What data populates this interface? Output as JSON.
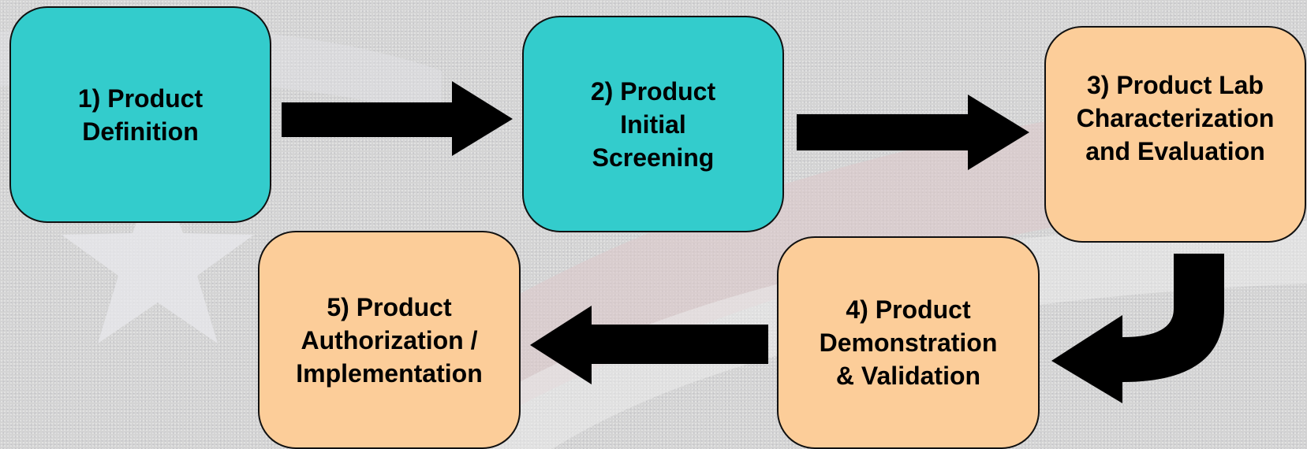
{
  "diagram": {
    "steps": [
      {
        "id": 1,
        "label": "1) Product\nDefinition",
        "color": "#33cccc"
      },
      {
        "id": 2,
        "label": "2) Product\nInitial\nScreening",
        "color": "#33cccc"
      },
      {
        "id": 3,
        "label": "3) Product Lab\nCharacterization\nand Evaluation",
        "color": "#fccd99"
      },
      {
        "id": 4,
        "label": "4) Product\nDemonstration\n& Validation",
        "color": "#fccd99"
      },
      {
        "id": 5,
        "label": "5) Product\nAuthorization /\nImplementation",
        "color": "#fccd99"
      }
    ],
    "connections": [
      {
        "from": 1,
        "to": 2
      },
      {
        "from": 2,
        "to": 3
      },
      {
        "from": 3,
        "to": 4
      },
      {
        "from": 4,
        "to": 5
      }
    ],
    "colors": {
      "teal": "#33cccc",
      "peach": "#fccd99",
      "arrow": "#000000"
    }
  }
}
